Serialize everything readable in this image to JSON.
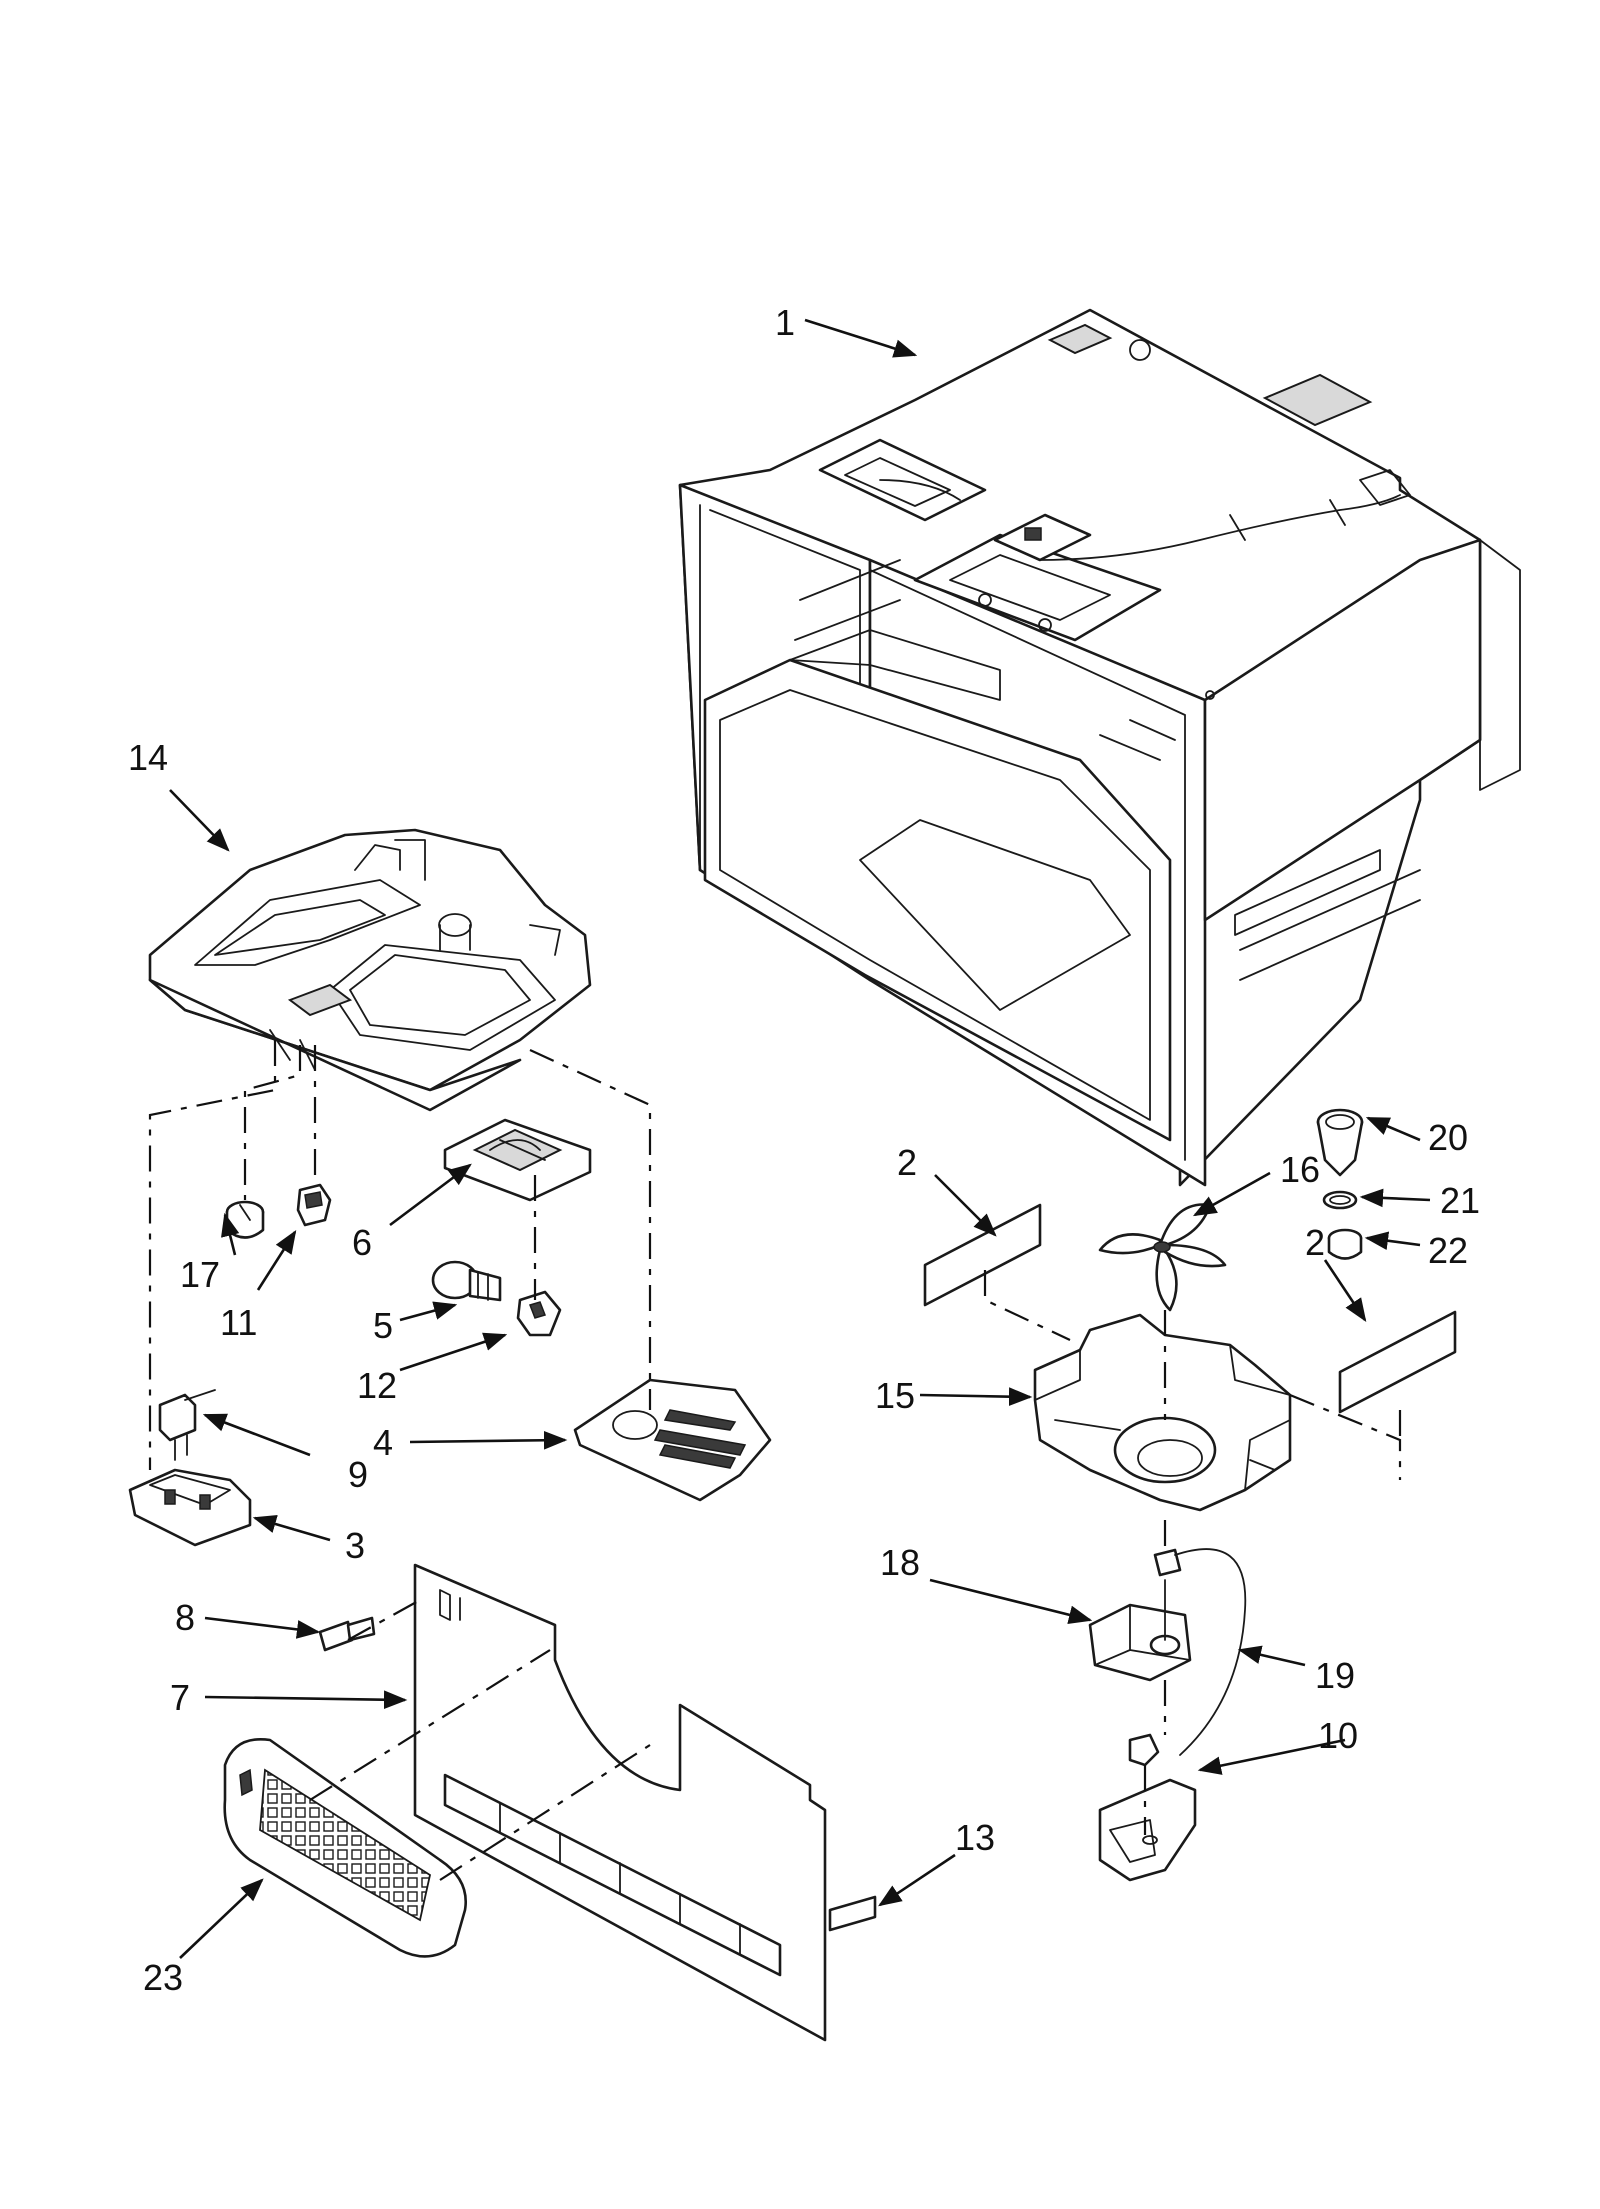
{
  "callouts": [
    {
      "id": "1",
      "label": "1"
    },
    {
      "id": "2a",
      "label": "2"
    },
    {
      "id": "2b",
      "label": "2"
    },
    {
      "id": "3",
      "label": "3"
    },
    {
      "id": "4",
      "label": "4"
    },
    {
      "id": "5",
      "label": "5"
    },
    {
      "id": "6",
      "label": "6"
    },
    {
      "id": "7",
      "label": "7"
    },
    {
      "id": "8",
      "label": "8"
    },
    {
      "id": "9",
      "label": "9"
    },
    {
      "id": "10",
      "label": "10"
    },
    {
      "id": "11",
      "label": "11"
    },
    {
      "id": "12",
      "label": "12"
    },
    {
      "id": "13",
      "label": "13"
    },
    {
      "id": "14",
      "label": "14"
    },
    {
      "id": "15",
      "label": "15"
    },
    {
      "id": "16",
      "label": "16"
    },
    {
      "id": "17",
      "label": "17"
    },
    {
      "id": "18",
      "label": "18"
    },
    {
      "id": "19",
      "label": "19"
    },
    {
      "id": "20",
      "label": "20"
    },
    {
      "id": "21",
      "label": "21"
    },
    {
      "id": "22",
      "label": "22"
    },
    {
      "id": "23",
      "label": "23"
    }
  ]
}
